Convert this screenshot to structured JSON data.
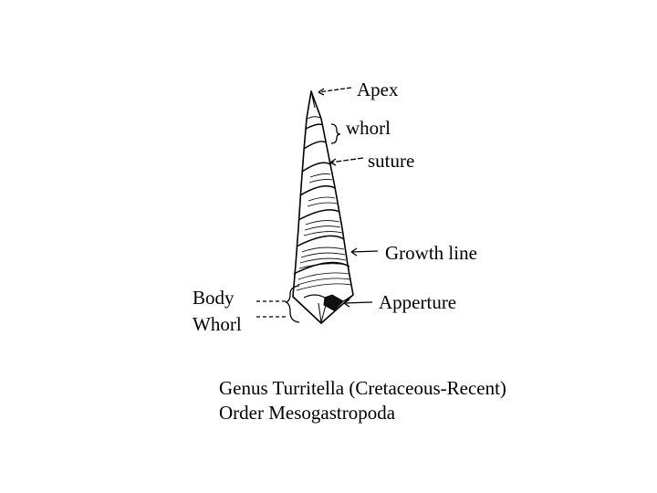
{
  "labels": {
    "apex": "Apex",
    "whorl": "whorl",
    "suture": "suture",
    "growth_line": "Growth line",
    "aperture": "Apperture",
    "body_whorl_line1": "Body",
    "body_whorl_line2": "Whorl"
  },
  "caption": {
    "line1": "Genus Turritella (Cretaceous-Recent)",
    "line2": "Order Mesogastropoda"
  },
  "colors": {
    "ink": "#000000",
    "background": "#ffffff"
  }
}
